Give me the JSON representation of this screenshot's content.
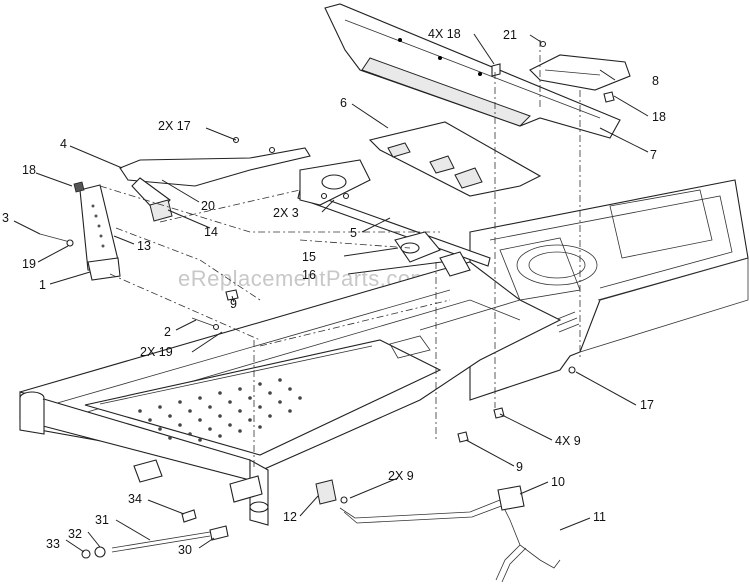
{
  "watermark": "eReplacementParts.com",
  "callouts": {
    "c1": "1",
    "c2": "2",
    "c3": "3",
    "c4": "4",
    "c5": "5",
    "c6": "6",
    "c7": "7",
    "c8": "8",
    "c9a": "9",
    "c9b": "9",
    "c10": "10",
    "c11": "11",
    "c12": "12",
    "c13": "13",
    "c14": "14",
    "c15": "15",
    "c16": "16",
    "c17": "17",
    "c18a": "18",
    "c18b": "18",
    "c19": "19",
    "c20": "20",
    "c21": "21",
    "c30": "30",
    "c31": "31",
    "c32": "32",
    "c33": "33",
    "c34": "34",
    "c2x17": "2X 17",
    "c2x3": "2X 3",
    "c2x19": "2X 19",
    "c4x18": "4X 18",
    "c4x9": "4X 9",
    "c2x9": "2X 9"
  }
}
